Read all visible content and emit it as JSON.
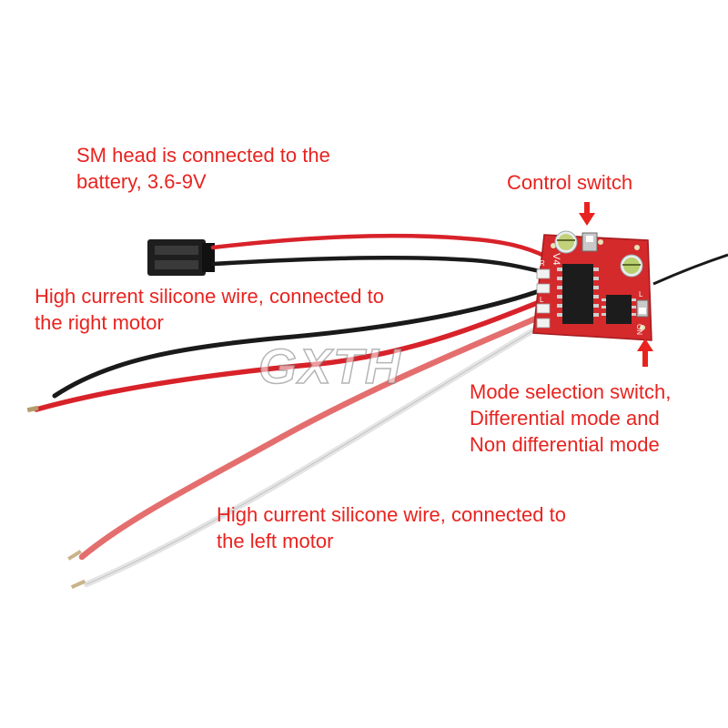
{
  "watermark": "GXTH",
  "labels": {
    "battery": "SM head is connected to the\nbattery, 3.6-9V",
    "control_switch": "Control switch",
    "right_motor": "High current silicone wire, connected to\nthe right motor",
    "mode_switch": "Mode selection switch,\nDifferential mode and\nNon differential mode",
    "left_motor": "High current silicone wire, connected to\nthe left motor"
  },
  "board": {
    "version_mark": "V4",
    "switch_marks": [
      "L",
      "ON"
    ],
    "pin_marks": [
      "R",
      "L"
    ]
  },
  "colors": {
    "label_text": "#e8231f",
    "pcb": "#d42a2c",
    "wire_red": "#d8222a",
    "wire_black": "#1a1a1a",
    "wire_pink": "#e66d6d",
    "wire_white": "#e4e4e4",
    "arrow": "#e8231f"
  }
}
